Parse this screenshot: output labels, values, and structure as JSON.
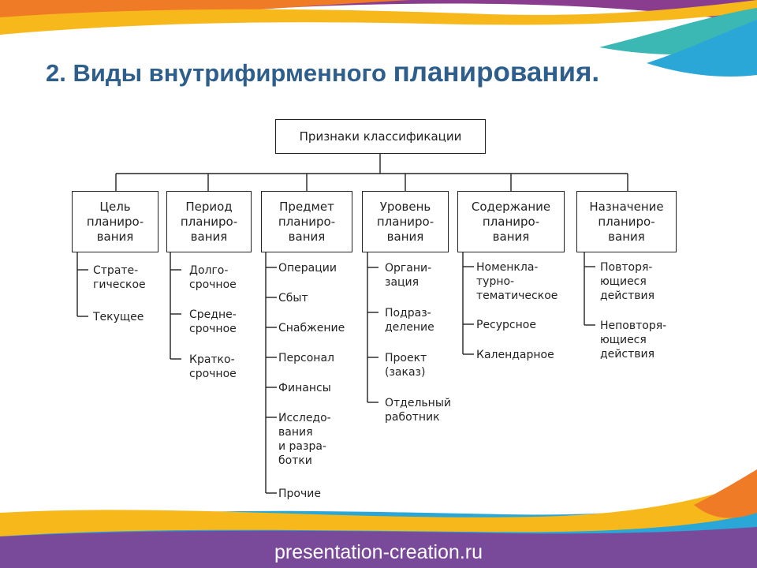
{
  "slide": {
    "title_part1": "2. Виды внутрифирменного ",
    "title_part2": "планирования.",
    "footer": "presentation-creation.ru"
  },
  "diagram": {
    "root": "Признаки классификации",
    "categories": [
      {
        "label": "Цель\nпланиро-\nвания",
        "items": [
          "Страте-\nгическое",
          "Текущее"
        ]
      },
      {
        "label": "Период\nпланиро-\nвания",
        "items": [
          "Долго-\nсрочное",
          "Средне-\nсрочное",
          "Кратко-\nсрочное"
        ]
      },
      {
        "label": "Предмет\nпланиро-\nвания",
        "items": [
          "Операции",
          "Сбыт",
          "Снабжение",
          "Персонал",
          "Финансы",
          "Исследо-\nвания\nи разра-\nботки",
          "Прочие"
        ]
      },
      {
        "label": "Уровень\nпланиро-\nвания",
        "items": [
          "Органи-\nзация",
          "Подраз-\nделение",
          "Проект\n(заказ)",
          "Отдельный\nработник"
        ]
      },
      {
        "label": "Содержание\nпланиро-\nвания",
        "items": [
          "Номенкла-\nтурно-\nтематическое",
          "Ресурсное",
          "Календарное"
        ]
      },
      {
        "label": "Назначение\nпланиро-\nвания",
        "items": [
          "Повторя-\nющиеся\nдействия",
          "Неповторя-\nющиеся\nдействия"
        ]
      }
    ]
  },
  "colors": {
    "title": "#2e5e8c",
    "wave_yellow": "#f7b81c",
    "wave_orange": "#f07b27",
    "wave_purple": "#8a3d8f",
    "wave_blue": "#2aa7d6",
    "wave_teal": "#3bb8b4",
    "footer_band": "#7a4a9a"
  }
}
